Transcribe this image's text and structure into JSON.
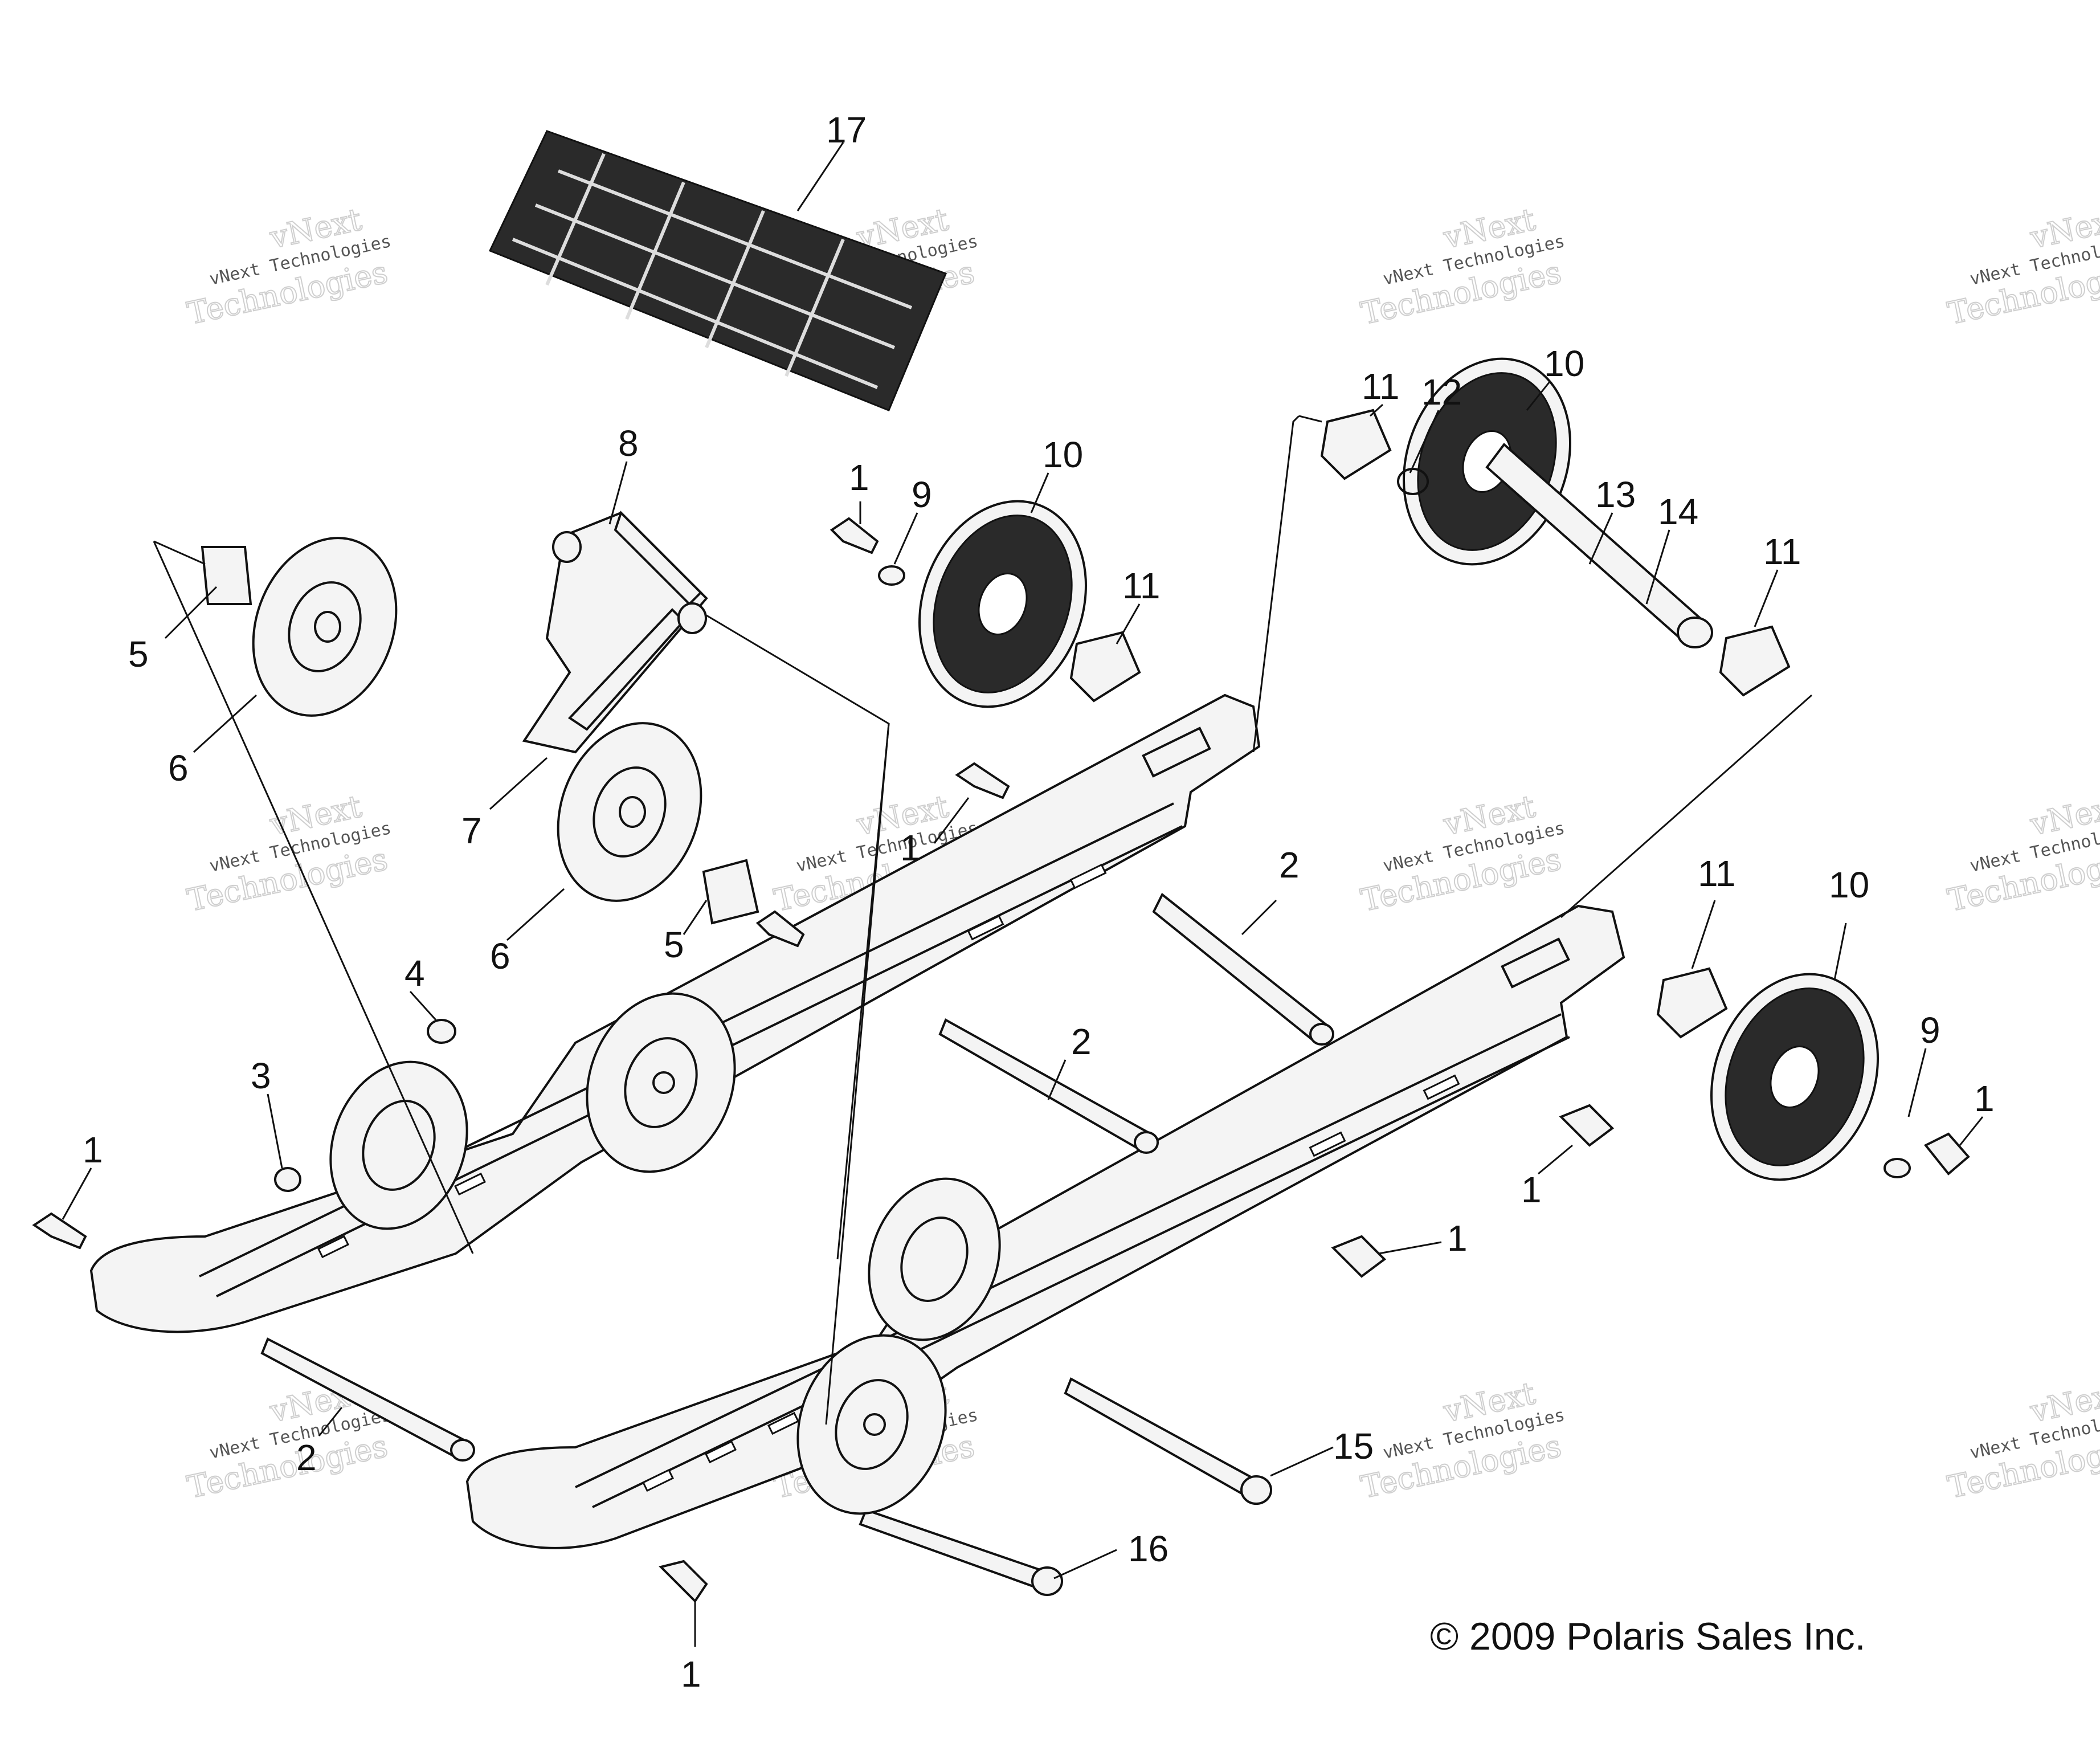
{
  "copyright": "© 2009 Polaris Sales Inc.",
  "watermark": {
    "line1": "vNext Technologies",
    "line2_a": "vNext",
    "line2_b": "Technologies"
  },
  "callouts": [
    {
      "id": "c17",
      "text": "17"
    },
    {
      "id": "c11a",
      "text": "11"
    },
    {
      "id": "c12",
      "text": "12"
    },
    {
      "id": "c10a",
      "text": "10"
    },
    {
      "id": "c8",
      "text": "8"
    },
    {
      "id": "c1a",
      "text": "1"
    },
    {
      "id": "c9a",
      "text": "9"
    },
    {
      "id": "c10b",
      "text": "10"
    },
    {
      "id": "c13",
      "text": "13"
    },
    {
      "id": "c14",
      "text": "14"
    },
    {
      "id": "c11b",
      "text": "11"
    },
    {
      "id": "c11c",
      "text": "11"
    },
    {
      "id": "c5a",
      "text": "5"
    },
    {
      "id": "c6a",
      "text": "6"
    },
    {
      "id": "c7",
      "text": "7"
    },
    {
      "id": "c1b",
      "text": "1"
    },
    {
      "id": "c2a",
      "text": "2"
    },
    {
      "id": "c11d",
      "text": "11"
    },
    {
      "id": "c10c",
      "text": "10"
    },
    {
      "id": "c6b",
      "text": "6"
    },
    {
      "id": "c5b",
      "text": "5"
    },
    {
      "id": "c4",
      "text": "4"
    },
    {
      "id": "c2b",
      "text": "2"
    },
    {
      "id": "c9b",
      "text": "9"
    },
    {
      "id": "c1c",
      "text": "1"
    },
    {
      "id": "c3",
      "text": "3"
    },
    {
      "id": "c1d",
      "text": "1"
    },
    {
      "id": "c1e",
      "text": "1"
    },
    {
      "id": "c1f",
      "text": "1"
    },
    {
      "id": "c2c",
      "text": "2"
    },
    {
      "id": "c15",
      "text": "15"
    },
    {
      "id": "c16",
      "text": "16"
    },
    {
      "id": "c1g",
      "text": "1"
    }
  ]
}
